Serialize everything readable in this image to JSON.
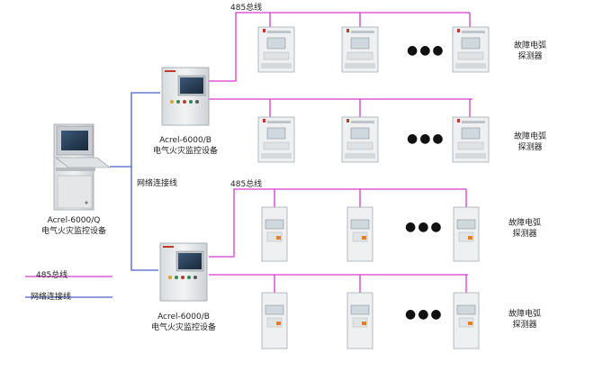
{
  "labels": {
    "bus_top": "485总线",
    "bus_mid": "485总线",
    "network_line": "网络连接线",
    "legend_bus": "485总线",
    "legend_network": "网络连接线",
    "pc_model": "Acrel-6000/Q",
    "pc_desc": "电气火灾监控设备",
    "cab1_model": "Acrel-6000/B",
    "cab1_desc": "电气火灾监控设备",
    "cab2_model": "Acrel-6000/B",
    "cab2_desc": "电气火灾监控设备",
    "det_row1a": "故障电弧",
    "det_row1b": "探测器",
    "det_row2a": "故障电弧",
    "det_row2b": "探测器",
    "det_row3a": "故障电弧",
    "det_row3b": "探测器",
    "det_row4a": "故障电弧",
    "det_row4b": "探测器",
    "ellipsis": "●●●"
  },
  "colors": {
    "bus_line": "#d63ad0",
    "network_line": "#4a5fc9",
    "panel": "#e6e8ea",
    "screen": "#2a3f5a"
  }
}
